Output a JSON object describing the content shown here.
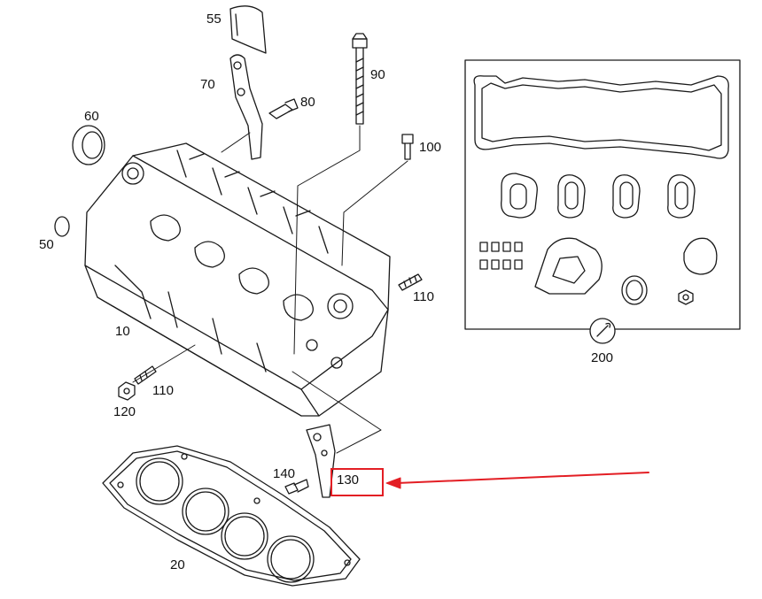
{
  "callouts": {
    "p10": "10",
    "p20": "20",
    "p50": "50",
    "p55": "55",
    "p60": "60",
    "p70": "70",
    "p80": "80",
    "p90": "90",
    "p100": "100",
    "p110a": "110",
    "p110b": "110",
    "p120": "120",
    "p130": "130",
    "p140": "140",
    "p200": "200"
  },
  "highlight": {
    "target": "130",
    "color": "#e31e24"
  }
}
